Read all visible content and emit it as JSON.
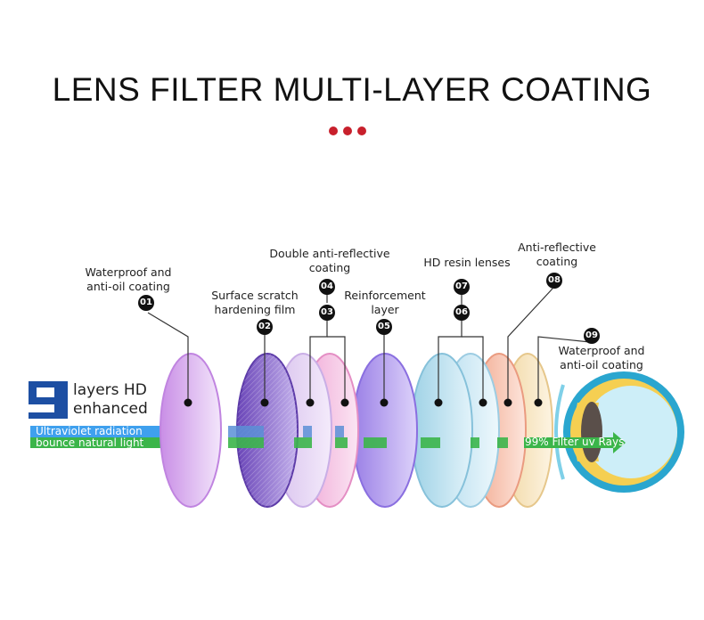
{
  "title": "LENS FILTER MULTI-LAYER COATING",
  "layers": [
    {
      "num": "01",
      "label": "Waterproof and\nanti-oil coating"
    },
    {
      "num": "02",
      "label": "Surface scratch\nhardening film"
    },
    {
      "num": "03",
      "label": "Double anti-reflective\ncoating"
    },
    {
      "num": "04",
      "label": "Double anti-reflective\ncoating"
    },
    {
      "num": "05",
      "label": "Reinforcement\nlayer"
    },
    {
      "num": "06",
      "label": "HD resin lenses"
    },
    {
      "num": "07",
      "label": "HD resin lenses"
    },
    {
      "num": "08",
      "label": "Anti-reflective\ncoating"
    },
    {
      "num": "09",
      "label": "Waterproof and\nanti-oil coating"
    }
  ],
  "legend": {
    "number": "9",
    "line1": "layers HD",
    "line2": "enhanced",
    "uv_label": "Ultraviolet radiation",
    "light_label": "bounce natural light"
  },
  "filter_text": "99% Filter uv Rays",
  "colors": {
    "accent_dot": "#c8202c",
    "uv_bar": "#3fa0ee",
    "light_bar": "#3bb54a",
    "legend_blue": "#1d4fa3"
  }
}
